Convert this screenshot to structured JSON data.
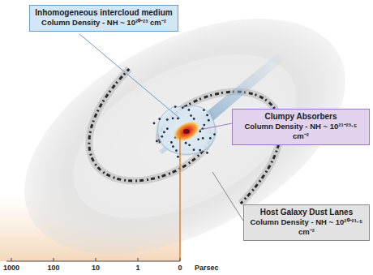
{
  "diagram": {
    "nodes": [
      {
        "text": [
          "Inhomogeneous intercloud medium",
          "Column Density - NH ~ 10²⁰⁻²³ cm⁻²"
        ]
      },
      {
        "text": [
          "Clumpy Absorbers",
          "Column Density - NH ~ 10²¹⁻²³·⁵ cm⁻²"
        ]
      },
      {
        "text": [
          "Host Galaxy Dust Lanes",
          "Column Density - NH ~ 10²⁰⁻²¹·⁵ cm⁻²"
        ]
      }
    ],
    "labels": [
      "1000",
      "100",
      "10",
      "1",
      "0",
      "Parsec"
    ]
  }
}
